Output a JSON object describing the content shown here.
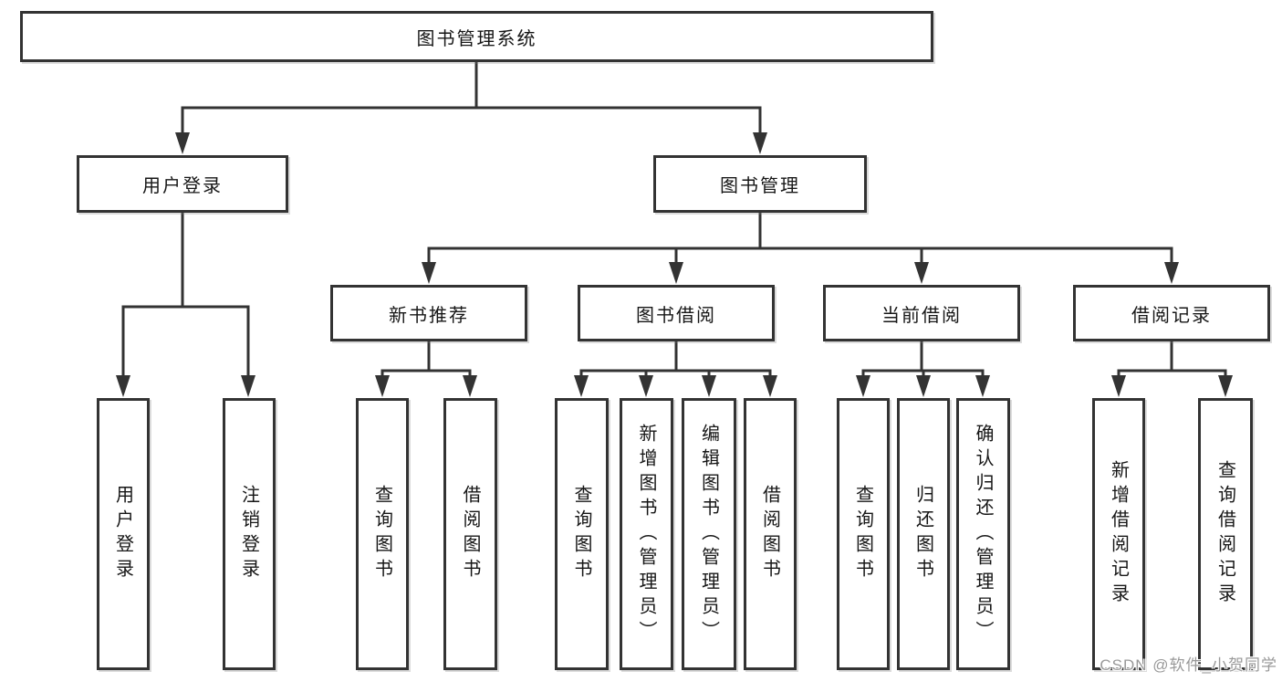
{
  "diagram_type": "hierarchy-tree",
  "tree": {
    "label": "图书管理系统",
    "children": [
      {
        "label": "用户登录",
        "children": [
          {
            "label": "用户登录"
          },
          {
            "label": "注销登录"
          }
        ]
      },
      {
        "label": "图书管理",
        "children": [
          {
            "label": "新书推荐",
            "children": [
              {
                "label": "查询图书"
              },
              {
                "label": "借阅图书"
              }
            ]
          },
          {
            "label": "图书借阅",
            "children": [
              {
                "label": "查询图书"
              },
              {
                "label": "新增图书（管理员）"
              },
              {
                "label": "编辑图书（管理员）"
              },
              {
                "label": "借阅图书"
              }
            ]
          },
          {
            "label": "当前借阅",
            "children": [
              {
                "label": "查询图书"
              },
              {
                "label": "归还图书"
              },
              {
                "label": "确认归还（管理员）"
              }
            ]
          },
          {
            "label": "借阅记录",
            "children": [
              {
                "label": "新增借阅记录"
              },
              {
                "label": "查询借阅记录"
              }
            ]
          }
        ]
      }
    ]
  },
  "watermark": {
    "text": "CSDN @软件_小贺同学"
  },
  "colors": {
    "line": "#333333",
    "box_border": "#333333",
    "text": "#161616",
    "background": "#ffffff",
    "watermark": "#999999"
  }
}
